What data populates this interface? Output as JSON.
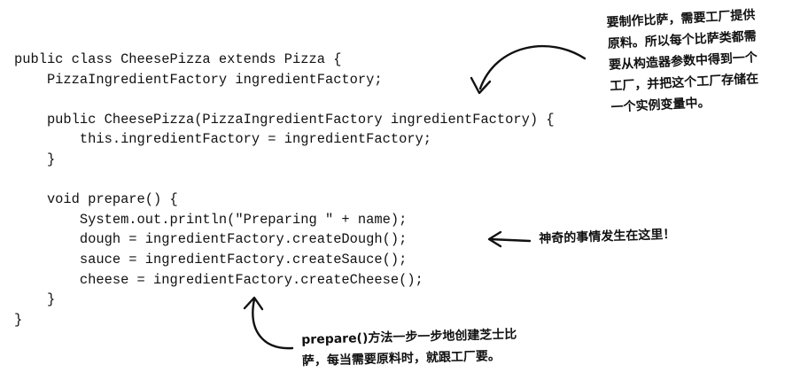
{
  "code_lines": [
    "public class CheesePizza extends Pizza {",
    "    PizzaIngredientFactory ingredientFactory;",
    "",
    "    public CheesePizza(PizzaIngredientFactory ingredientFactory) {",
    "        this.ingredientFactory = ingredientFactory;",
    "    }",
    "",
    "    void prepare() {",
    "        System.out.println(\"Preparing \" + name);",
    "        dough = ingredientFactory.createDough();",
    "        sauce = ingredientFactory.createSauce();",
    "        cheese = ingredientFactory.createCheese();",
    "    }",
    "}"
  ],
  "annotations": {
    "factory_note": [
      "要制作比萨，需要工厂提供",
      "原料。所以每个比萨类都需",
      "要从构造器参数中得到一个",
      "工厂，并把这个工厂存储在",
      "一个实例变量中。"
    ],
    "magic_note": [
      "神奇的事情发生在这里！"
    ],
    "prepare_note": [
      "prepare()方法一步一步地创建芝士比",
      "萨，每当需要原料时，就跟工厂要。"
    ]
  }
}
